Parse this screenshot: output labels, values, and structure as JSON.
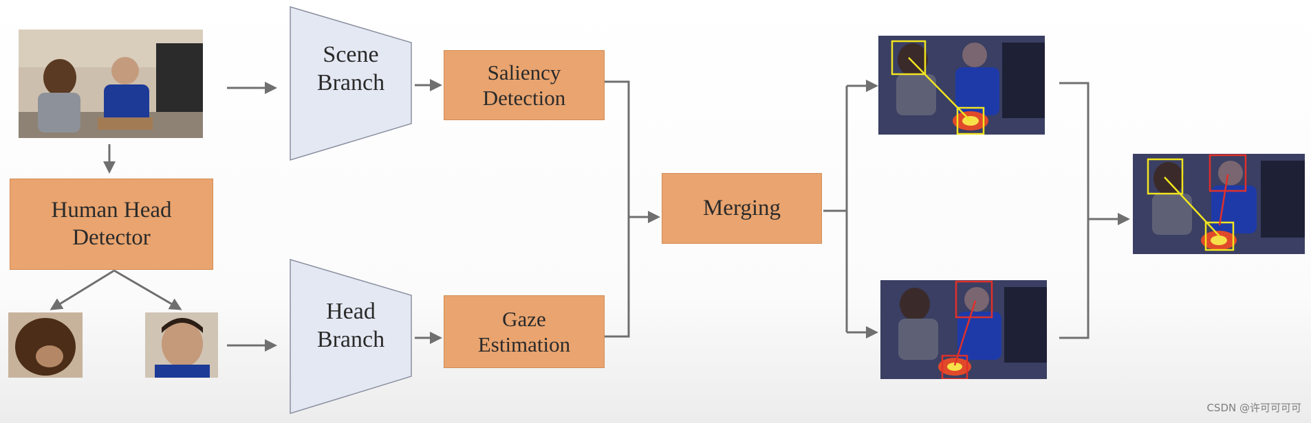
{
  "nodes": {
    "scene_branch": "Scene\nBranch",
    "head_branch": "Head\nBranch",
    "saliency_detection": "Saliency\nDetection",
    "gaze_estimation": "Gaze\nEstimation",
    "human_head_detector": "Human Head\nDetector",
    "merging": "Merging"
  },
  "watermark": "CSDN @许可可可可",
  "colors": {
    "box_fill": "#e9a46f",
    "branch_fill": "#e4e8f2",
    "arrow": "#6f6f6f",
    "gaze_box_yellow": "#f2e51f",
    "gaze_box_red": "#e0302a"
  }
}
